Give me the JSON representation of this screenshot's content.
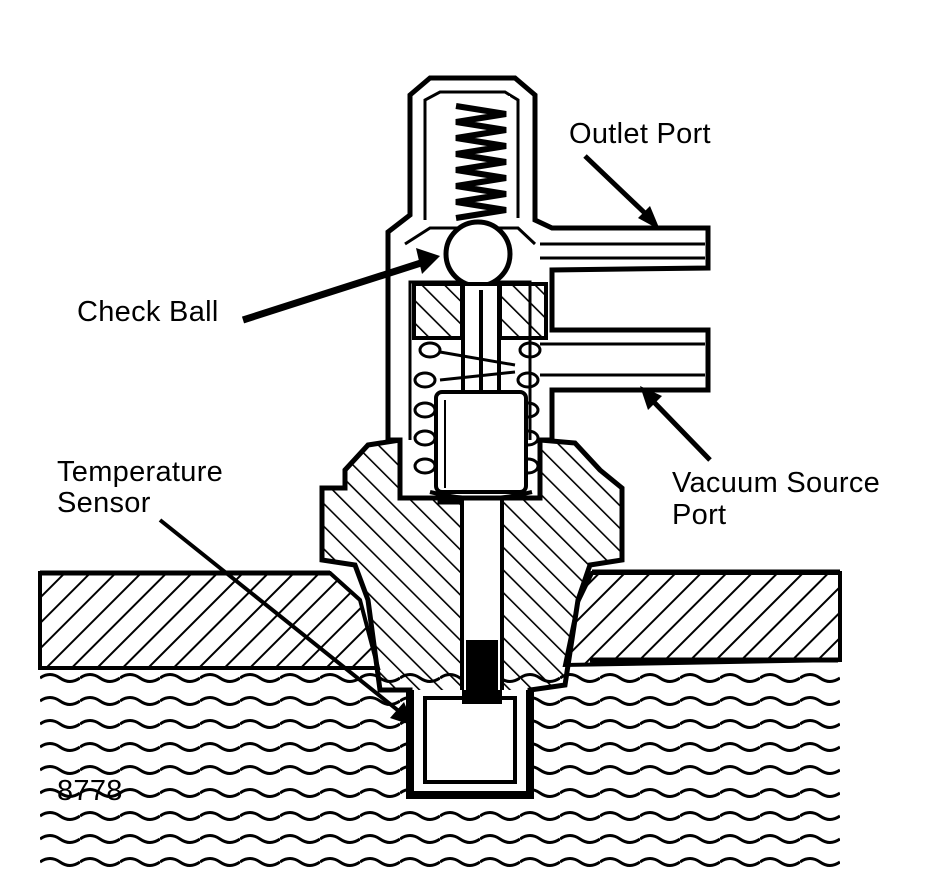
{
  "labels": {
    "outlet_port": "Outlet Port",
    "check_ball": "Check Ball",
    "temperature_sensor_line1": "Temperature",
    "temperature_sensor_line2": "Sensor",
    "vacuum_source_port_line1": "Vacuum Source",
    "vacuum_source_port_line2": "Port",
    "figure_number": "8778"
  },
  "colors": {
    "ink": "#000000",
    "paper": "#ffffff"
  }
}
